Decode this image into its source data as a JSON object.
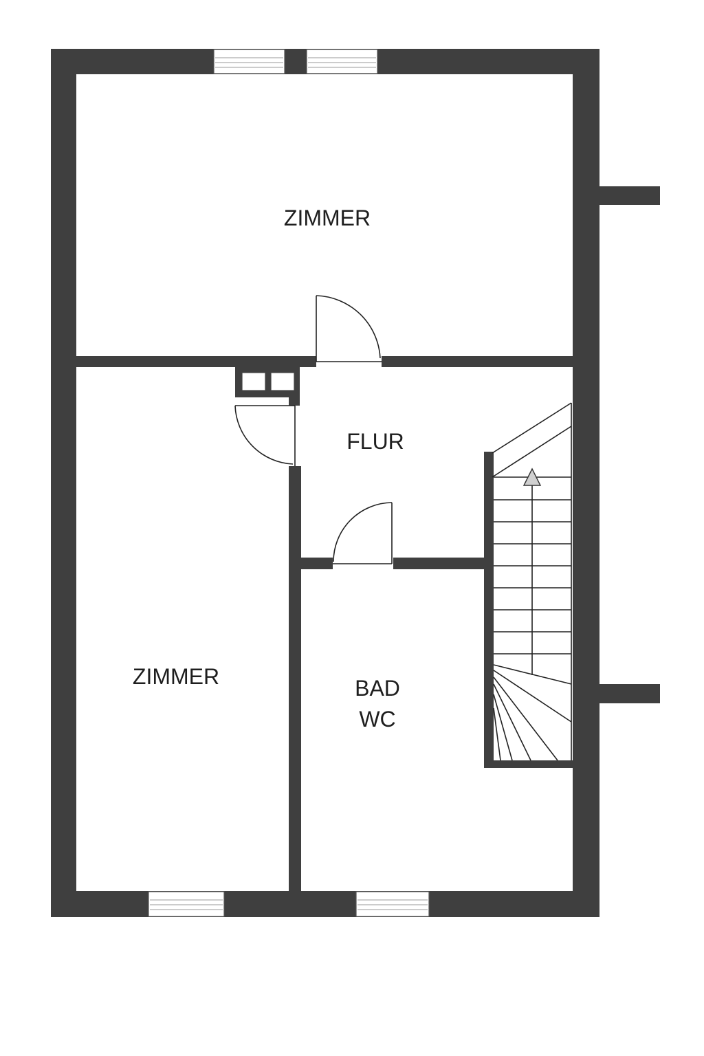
{
  "rooms": {
    "upper_bedroom": "ZIMMER",
    "hallway": "FLUR",
    "lower_bedroom": "ZIMMER",
    "bathroom_line1": "BAD",
    "bathroom_line2": "WC"
  },
  "colors": {
    "wall": "#3f3f3f",
    "background": "#ffffff",
    "linework": "#222222"
  },
  "icons": {
    "stair_direction": "up-arrow-icon"
  }
}
